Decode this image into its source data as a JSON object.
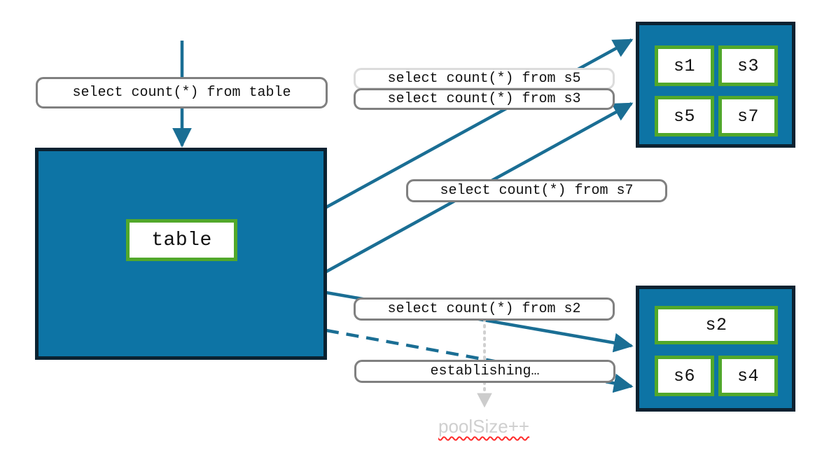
{
  "colors": {
    "pool_fill": "#0d74a5",
    "pool_border": "#0b2231",
    "node_border": "#52a82b",
    "arrow": "#1a6e94",
    "pill_border": "#808080",
    "pill_border_faded": "#dcdcdc",
    "ghost_text": "#cfcfcf",
    "spellcheck_underline": "#ff2b2b",
    "dotted_guide": "#d0d0d0"
  },
  "source": {
    "incoming_query_label": "select count(*) from table",
    "table_node_label": "table"
  },
  "queries": {
    "s5": "select count(*) from s5",
    "s3": "select count(*) from s3",
    "s7": "select count(*) from s7",
    "s2": "select count(*) from s2",
    "establishing": "establishing…"
  },
  "pool_top": {
    "nodes": [
      {
        "label": "s1"
      },
      {
        "label": "s3"
      },
      {
        "label": "s5"
      },
      {
        "label": "s7"
      }
    ]
  },
  "pool_bottom": {
    "nodes": [
      {
        "label": "s2"
      },
      {
        "label": "s6"
      },
      {
        "label": "s4"
      }
    ]
  },
  "annotation": {
    "pool_size_increment": "poolSize++"
  }
}
